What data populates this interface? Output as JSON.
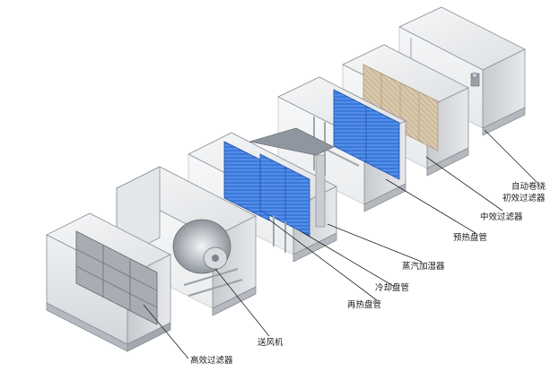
{
  "labels": {
    "auto_roll_filter_line1": "自动卷绕",
    "auto_roll_filter_line2": "初效过滤器",
    "medium_filter": "中效过滤器",
    "preheat_coil": "预热盘管",
    "steam_humidifier": "蒸汽加湿器",
    "cooling_coil": "冷却盘管",
    "reheat_coil": "再热盘管",
    "fan": "送风机",
    "hepa_filter": "高效过滤器"
  },
  "colors": {
    "casing": "#dfe2e6",
    "casing_dark": "#b9bec4",
    "coil_blue": "#3f7fe0",
    "filter_tan": "#d9c9b0",
    "filter_grey": "#9aa0a6"
  }
}
